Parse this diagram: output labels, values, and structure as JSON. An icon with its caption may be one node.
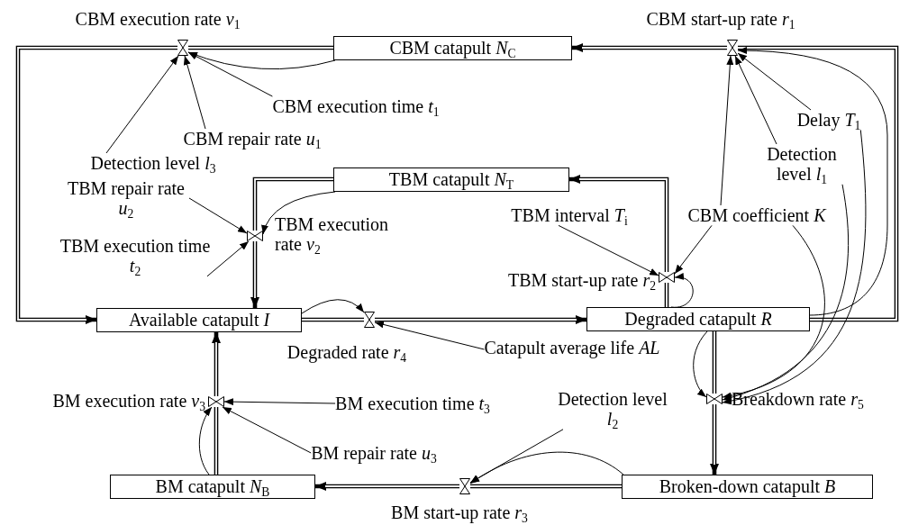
{
  "diagram": {
    "nodes": [
      {
        "text": [
          "CBM catapult *N*$_{C}$"
        ]
      },
      {
        "text": [
          "TBM catapult *N*$_{T}$"
        ]
      },
      {
        "text": [
          "Available catapult *I*"
        ]
      },
      {
        "text": [
          "Degraded catapult *R*"
        ]
      },
      {
        "text": [
          "BM catapult *N*$_{B}$"
        ]
      },
      {
        "text": [
          "Broken-down catapult *B*"
        ]
      },
      {
        "text": [],
        "shape": "valve",
        "beside": [
          "CBM execution rate *ν*$_{1}$"
        ]
      },
      {
        "text": [],
        "shape": "valve",
        "beside": [
          "CBM start-up rate *r*$_{1}$"
        ]
      },
      {
        "text": [],
        "shape": "valve",
        "beside": [
          "TBM execution rate *ν*$_{2}$"
        ]
      },
      {
        "text": [],
        "shape": "valve",
        "beside": [
          "TBM start-up rate *r*$_{2}$"
        ]
      },
      {
        "text": [],
        "shape": "valve",
        "beside": [
          "Degraded rate *r*$_{4}$"
        ]
      },
      {
        "text": [],
        "shape": "valve",
        "beside": [
          "Breakdown rate *r*$_{5}$"
        ]
      },
      {
        "text": [],
        "shape": "valve",
        "beside": [
          "BM execution rate *ν*$_{3}$"
        ]
      },
      {
        "text": [],
        "shape": "valve",
        "beside": [
          "BM start-up rate *r*$_{3}$"
        ]
      },
      {
        "text": [
          "CBM execution time *t*$_{1}$"
        ]
      },
      {
        "text": [
          "CBM repair rate *u*$_{1}$"
        ]
      },
      {
        "text": [
          "Detection level *l*$_{3}$"
        ]
      },
      {
        "text": [
          "TBM repair rate *u*$_{2}$"
        ]
      },
      {
        "text": [
          "TBM execution time *t*$_{2}$"
        ]
      },
      {
        "text": [
          "TBM interval *T*$_{i}$"
        ]
      },
      {
        "text": [
          "CBM coefficient *K*"
        ]
      },
      {
        "text": [
          "Detection level *l*$_{1}$"
        ]
      },
      {
        "text": [
          "Delay *T*$_{1}$"
        ]
      },
      {
        "text": [
          "Catapult average life *AL*"
        ]
      },
      {
        "text": [
          "BM execution time *t*$_{3}$"
        ]
      },
      {
        "text": [
          "BM repair rate *u*$_{3}$"
        ]
      },
      {
        "text": [
          "Detection level *l*$_{2}$"
        ]
      }
    ],
    "edges": [
      {
        "from": 3,
        "to": 7,
        "arrow": "none",
        "style": "thick"
      },
      {
        "from": 7,
        "to": 0,
        "arrow": "to",
        "style": "thick"
      },
      {
        "from": 0,
        "to": 6,
        "arrow": "none",
        "style": "thick"
      },
      {
        "from": 6,
        "to": 2,
        "arrow": "to",
        "style": "thick"
      },
      {
        "from": 3,
        "to": 9,
        "arrow": "none",
        "style": "thick"
      },
      {
        "from": 9,
        "to": 1,
        "arrow": "to",
        "style": "thick"
      },
      {
        "from": 1,
        "to": 8,
        "arrow": "none",
        "style": "thick"
      },
      {
        "from": 8,
        "to": 2,
        "arrow": "to",
        "style": "thick"
      },
      {
        "from": 2,
        "to": 10,
        "arrow": "none",
        "style": "thick"
      },
      {
        "from": 10,
        "to": 3,
        "arrow": "to",
        "style": "thick"
      },
      {
        "from": 3,
        "to": 11,
        "arrow": "none",
        "style": "thick"
      },
      {
        "from": 11,
        "to": 5,
        "arrow": "to",
        "style": "thick"
      },
      {
        "from": 5,
        "to": 13,
        "arrow": "none",
        "style": "thick"
      },
      {
        "from": 13,
        "to": 4,
        "arrow": "to",
        "style": "thick"
      },
      {
        "from": 4,
        "to": 12,
        "arrow": "none",
        "style": "thick"
      },
      {
        "from": 12,
        "to": 2,
        "arrow": "to",
        "style": "thick"
      },
      {
        "from": 0,
        "to": 6,
        "arrow": "to"
      },
      {
        "from": 14,
        "to": 6,
        "arrow": "to"
      },
      {
        "from": 15,
        "to": 6,
        "arrow": "to"
      },
      {
        "from": 16,
        "to": 6,
        "arrow": "to"
      },
      {
        "from": 20,
        "to": 7,
        "arrow": "to"
      },
      {
        "from": 21,
        "to": 7,
        "arrow": "to"
      },
      {
        "from": 22,
        "to": 7,
        "arrow": "to"
      },
      {
        "from": 3,
        "to": 7,
        "arrow": "to"
      },
      {
        "from": 1,
        "to": 8,
        "arrow": "to"
      },
      {
        "from": 17,
        "to": 8,
        "arrow": "to"
      },
      {
        "from": 18,
        "to": 8,
        "arrow": "to"
      },
      {
        "from": 19,
        "to": 9,
        "arrow": "to"
      },
      {
        "from": 20,
        "to": 9,
        "arrow": "to"
      },
      {
        "from": 3,
        "to": 9,
        "arrow": "to"
      },
      {
        "from": 2,
        "to": 10,
        "arrow": "to"
      },
      {
        "from": 23,
        "to": 10,
        "arrow": "to"
      },
      {
        "from": 20,
        "to": 11,
        "arrow": "to"
      },
      {
        "from": 21,
        "to": 11,
        "arrow": "to"
      },
      {
        "from": 22,
        "to": 11,
        "arrow": "to"
      },
      {
        "from": 3,
        "to": 11,
        "arrow": "to"
      },
      {
        "from": 4,
        "to": 12,
        "arrow": "to"
      },
      {
        "from": 24,
        "to": 12,
        "arrow": "to"
      },
      {
        "from": 25,
        "to": 12,
        "arrow": "to"
      },
      {
        "from": 5,
        "to": 13,
        "arrow": "to"
      },
      {
        "from": 26,
        "to": 13,
        "arrow": "to"
      }
    ]
  }
}
